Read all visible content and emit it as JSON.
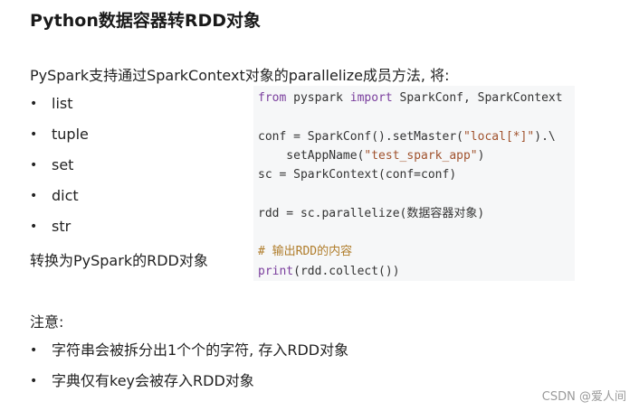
{
  "title": "Python数据容器转RDD对象",
  "intro": "PySpark支持通过SparkContext对象的parallelize成员方法, 将:",
  "bullet_char": "•",
  "types": [
    "list",
    "tuple",
    "set",
    "dict",
    "str"
  ],
  "convert_text": "转换为PySpark的RDD对象",
  "code": {
    "line1": {
      "kw1": "from",
      "mid": " pyspark ",
      "kw2": "import",
      "rest": " SparkConf, SparkContext"
    },
    "line3": {
      "pre": "conf = SparkConf().setMaster(",
      "str": "\"local[*]\"",
      "post": ").\\"
    },
    "line4": {
      "pre": "    setAppName(",
      "str": "\"test_spark_app\"",
      "post": ")"
    },
    "line5": "sc = SparkContext(conf=conf)",
    "line7": "rdd = sc.parallelize(数据容器对象)",
    "line9": "# 输出RDD的内容",
    "line10": {
      "fn": "print",
      "rest": "(rdd.collect())"
    }
  },
  "note_title": "注意:",
  "notes": [
    "字符串会被拆分出1个个的字符, 存入RDD对象",
    "字典仅有key会被存入RDD对象"
  ],
  "watermark": "CSDN @爱人间"
}
